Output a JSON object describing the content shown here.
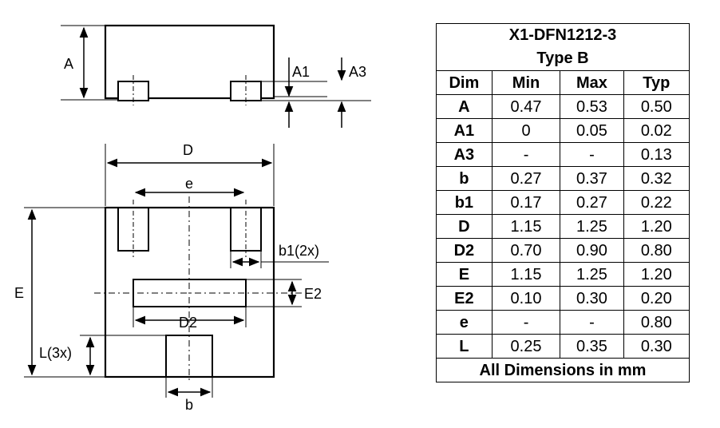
{
  "drawing": {
    "labels": {
      "A": "A",
      "A1": "A1",
      "A3": "A3",
      "D": "D",
      "e": "e",
      "E": "E",
      "b1": "b1(2x)",
      "E2": "E2",
      "D2": "D2",
      "L": "L(3x)",
      "b": "b"
    }
  },
  "table": {
    "title_line1": "X1-DFN1212-3",
    "title_line2": "Type B",
    "headers": [
      "Dim",
      "Min",
      "Max",
      "Typ"
    ],
    "rows": [
      [
        "A",
        "0.47",
        "0.53",
        "0.50"
      ],
      [
        "A1",
        "0",
        "0.05",
        "0.02"
      ],
      [
        "A3",
        "-",
        "-",
        "0.13"
      ],
      [
        "b",
        "0.27",
        "0.37",
        "0.32"
      ],
      [
        "b1",
        "0.17",
        "0.27",
        "0.22"
      ],
      [
        "D",
        "1.15",
        "1.25",
        "1.20"
      ],
      [
        "D2",
        "0.70",
        "0.90",
        "0.80"
      ],
      [
        "E",
        "1.15",
        "1.25",
        "1.20"
      ],
      [
        "E2",
        "0.10",
        "0.30",
        "0.20"
      ],
      [
        "e",
        "-",
        "-",
        "0.80"
      ],
      [
        "L",
        "0.25",
        "0.35",
        "0.30"
      ]
    ],
    "footer": "All Dimensions in mm"
  }
}
